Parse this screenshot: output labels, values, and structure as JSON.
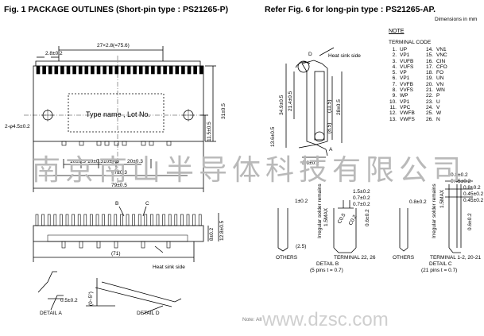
{
  "header": {
    "title": "Fig. 1 PACKAGE OUTLINES (Short-pin type : PS21265-P)",
    "subtitle": "Refer Fig. 6 for long-pin type : PS21265-AP.",
    "units": "Dimensions in mm"
  },
  "note": {
    "heading": "NOTE",
    "table_title": "TERMINAL CODE",
    "rows": [
      {
        "n": "1.",
        "v": "UP",
        "n2": "14.",
        "v2": "VN1"
      },
      {
        "n": "2.",
        "v": "VP1",
        "n2": "15.",
        "v2": "VNC"
      },
      {
        "n": "3.",
        "v": "VUFB",
        "n2": "16.",
        "v2": "CIN"
      },
      {
        "n": "4.",
        "v": "VUFS",
        "n2": "17.",
        "v2": "CFO"
      },
      {
        "n": "5.",
        "v": "VP",
        "n2": "18.",
        "v2": "FO"
      },
      {
        "n": "6.",
        "v": "VP1",
        "n2": "19.",
        "v2": "UN"
      },
      {
        "n": "7.",
        "v": "VVFB",
        "n2": "20.",
        "v2": "VN"
      },
      {
        "n": "8.",
        "v": "VVFS",
        "n2": "21.",
        "v2": "WN"
      },
      {
        "n": "9.",
        "v": "WP",
        "n2": "22.",
        "v2": "P"
      },
      {
        "n": "10.",
        "v": "VP1",
        "n2": "23.",
        "v2": "U"
      },
      {
        "n": "11.",
        "v": "VPC",
        "n2": "24.",
        "v2": "V"
      },
      {
        "n": "12.",
        "v": "VWFB",
        "n2": "25.",
        "v2": "W"
      },
      {
        "n": "13.",
        "v": "VWFS",
        "n2": "26.",
        "v2": "N"
      }
    ]
  },
  "top_view": {
    "pitch_dim": "27×2.8(=75.6)",
    "pin_offset": "2.8±0.2",
    "width_67": "67±0.3",
    "width_79": "79±0.5",
    "height_31": "31±0.5",
    "height_11_5": "11.5±0.5",
    "hole": "2-φ4.5±0.2",
    "center_label": "Type name , Lot No.",
    "spacing": [
      "10±0.3",
      "10±0.3",
      "10±0.3",
      "20±0.3"
    ]
  },
  "side_view": {
    "heat_sink_label": "Heat sink side",
    "label_d": "D",
    "label_a": "A",
    "dims": [
      "34.9±0.5",
      "21.4±0.5",
      "(11.5)",
      "28±0.5",
      "(8.5)",
      "13.6±0.5",
      "3.6±0.2"
    ]
  },
  "front_view": {
    "label_b": "B",
    "label_c": "C",
    "width_71": "(71)",
    "height_8": "8±0.2",
    "height_12_8": "12.8±0.5",
    "heat_sink_label": "Heat sink side"
  },
  "detail_a": {
    "label": "DETAIL A",
    "dim": "0.5±0.2"
  },
  "detail_d": {
    "label": "DETAIL D",
    "dim": "(0~5°)"
  },
  "detail_b": {
    "label": "DETAIL B",
    "sub": "(5 pins  t = 0.7)",
    "others": "OTHERS",
    "terminal": "TERMINAL 22, 26",
    "dims": [
      "1±0.2",
      "1.5±0.2",
      "0.7±0.2",
      "0.7±0.2",
      "0.6±0.2",
      "(2.5)",
      "1.5MAX",
      "C0.5",
      "C0.2"
    ],
    "solder_note": "Irregular solder remains"
  },
  "detail_c": {
    "label": "DETAIL C",
    "sub": "(21 pins  t = 0.7)",
    "others": "OTHERS",
    "terminal": "TERMINAL 1-2, 20-21",
    "dims": [
      "0.8±0.2",
      "0.8±0.2",
      "0.45±0.2",
      "0.8±0.2",
      "0.45±0.2",
      "0.45±0.2",
      "0.6±0.2",
      "1.5MAX"
    ],
    "solder_note": "Irregular solder remains"
  },
  "footer_note": "Note: All",
  "watermark": {
    "chinese": "南京南山半导体科技有限公司",
    "site": "www.dzsc.com"
  }
}
